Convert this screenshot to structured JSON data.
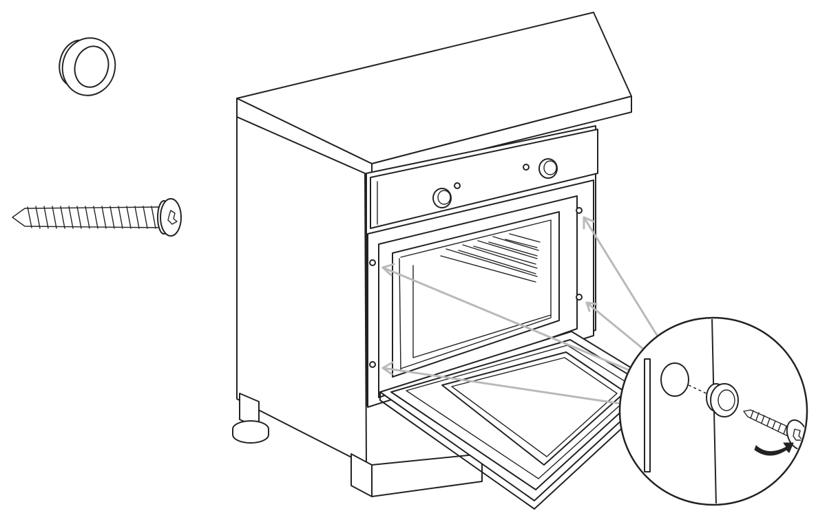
{
  "figure": {
    "background": "#ffffff",
    "line_color": "#222222",
    "arrow_color": "#b9b9b9"
  },
  "parts": [
    {
      "id": "spacer",
      "icon": "spacer-washer-icon"
    },
    {
      "id": "screw",
      "icon": "torx-screw-icon"
    }
  ],
  "scene": {
    "objects": [
      "kitchen-cabinet",
      "worktop",
      "built-in-oven",
      "oven-control-panel",
      "oven-door-open",
      "cabinet-leg"
    ],
    "fixing_points": 4,
    "detail_view": "detail-circle-spacer-and-screw"
  }
}
